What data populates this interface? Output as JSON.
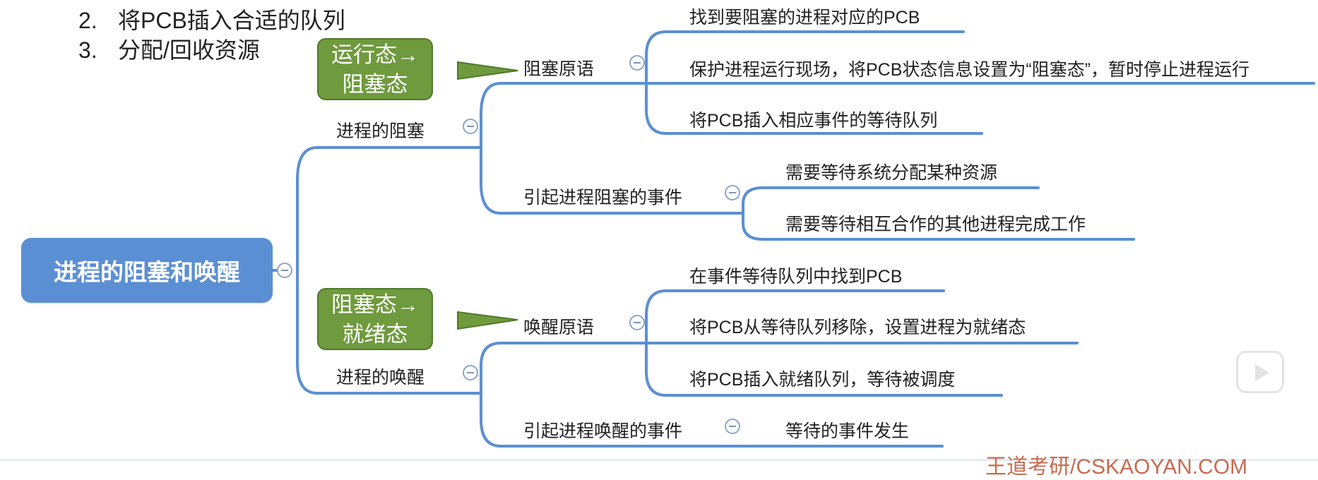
{
  "previous_list": [
    {
      "num": "2.",
      "text": "将PCB插入合适的队列"
    },
    {
      "num": "3.",
      "text": "分配/回收资源"
    }
  ],
  "mindmap": {
    "root": "进程的阻塞和唤醒",
    "block": {
      "title": "进程的阻塞",
      "callout": [
        "运行态→",
        "阻塞态"
      ],
      "primitive": {
        "title": "阻塞原语",
        "steps": [
          "找到要阻塞的进程对应的PCB",
          "保护进程运行现场，将PCB状态信息设置为“阻塞态”，暂时停止进程运行",
          "将PCB插入相应事件的等待队列"
        ]
      },
      "events": {
        "title": "引起进程阻塞的事件",
        "items": [
          "需要等待系统分配某种资源",
          "需要等待相互合作的其他进程完成工作"
        ]
      }
    },
    "wakeup": {
      "title": "进程的唤醒",
      "callout": [
        "阻塞态→",
        "就绪态"
      ],
      "primitive": {
        "title": "唤醒原语",
        "steps": [
          "在事件等待队列中找到PCB",
          "将PCB从等待队列移除，设置进程为就绪态",
          "将PCB插入就绪队列，等待被调度"
        ]
      },
      "events": {
        "title": "引起进程唤醒的事件",
        "items": [
          "等待的事件发生"
        ]
      }
    }
  },
  "watermark": "王道考研/CSKAOYAN.COM",
  "colors": {
    "root_fill": "#5b8fd3",
    "link": "#5b8fd3",
    "callout_fill": "#6f9a3d"
  },
  "icons": {
    "toggle": "minus-circle-icon",
    "play": "play-icon"
  }
}
